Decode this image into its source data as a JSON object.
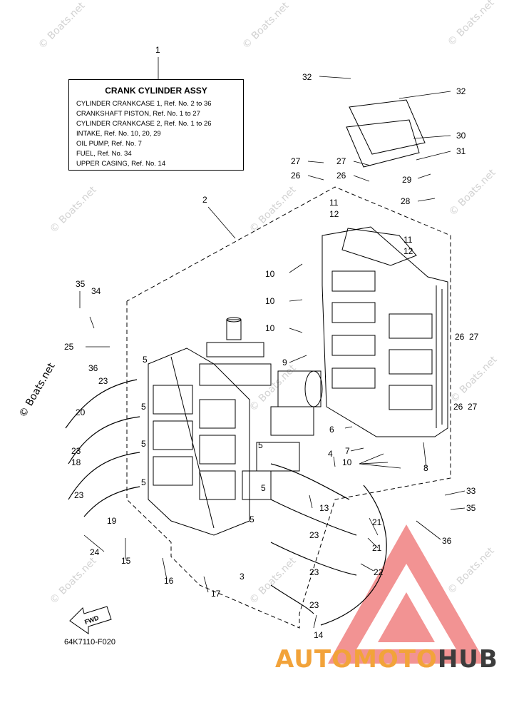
{
  "watermark": "© Boats.net",
  "legend": {
    "title": "CRANK CYLINDER ASSY",
    "lines": [
      "CYLINDER CRANKCASE 1, Ref. No. 2 to 36",
      "CRANKSHAFT PISTON, Ref. No. 1 to 27",
      "CYLINDER CRANKCASE 2, Ref. No. 1 to 26",
      "INTAKE, Ref. No. 10, 20, 29",
      "OIL PUMP, Ref. No. 7",
      "FUEL, Ref. No. 34",
      "UPPER CASING, Ref. No. 14"
    ]
  },
  "callouts": {
    "c1": "1",
    "c2": "2",
    "c3": "3",
    "c4": "4",
    "c5a": "5",
    "c5b": "5",
    "c5c": "5",
    "c5d": "5",
    "c5e": "5",
    "c5f": "5",
    "c5g": "5",
    "c6": "6",
    "c7": "7",
    "c8": "8",
    "c9": "9",
    "c10a": "10",
    "c10b": "10",
    "c10c": "10",
    "c10d": "10",
    "c11a": "11",
    "c11b": "11",
    "c12a": "12",
    "c12b": "12",
    "c13": "13",
    "c14": "14",
    "c15": "15",
    "c16": "16",
    "c17": "17",
    "c18": "18",
    "c19": "19",
    "c20": "20",
    "c21a": "21",
    "c21b": "21",
    "c22": "22",
    "c23a": "23",
    "c23b": "23",
    "c23c": "23",
    "c23d": "23",
    "c23e": "23",
    "c23f": "23",
    "c24": "24",
    "c25": "25",
    "c26a": "26",
    "c26b": "26",
    "c26c": "26",
    "c26d": "26",
    "c27a": "27",
    "c27b": "27",
    "c27c": "27",
    "c27d": "27",
    "c28": "28",
    "c29": "29",
    "c30": "30",
    "c31": "31",
    "c32a": "32",
    "c32b": "32",
    "c33": "33",
    "c34": "34",
    "c35a": "35",
    "c35b": "35",
    "c36a": "36",
    "c36b": "36"
  },
  "fwd_label": "FWD",
  "part_code": "64K7110-F020",
  "brand": {
    "part1": "AUTO",
    "part2": "MOTO",
    "part3": "HUB"
  },
  "colors": {
    "line": "#000000",
    "watermark": "#d2d2d2",
    "brand_orange": "#f2a33a",
    "brand_dark": "#3c3c3c",
    "triangle": "#f08080"
  }
}
